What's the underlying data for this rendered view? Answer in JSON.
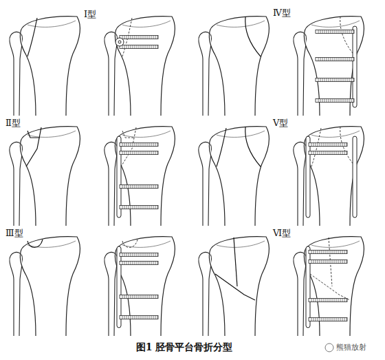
{
  "diagram": {
    "caption": "图1 胫骨平台骨折分型",
    "labels": [
      "Ⅰ型",
      "Ⅱ型",
      "Ⅲ型",
      "Ⅳ型",
      "Ⅴ型",
      "Ⅵ型",
      "熊猫放射"
    ]
  }
}
